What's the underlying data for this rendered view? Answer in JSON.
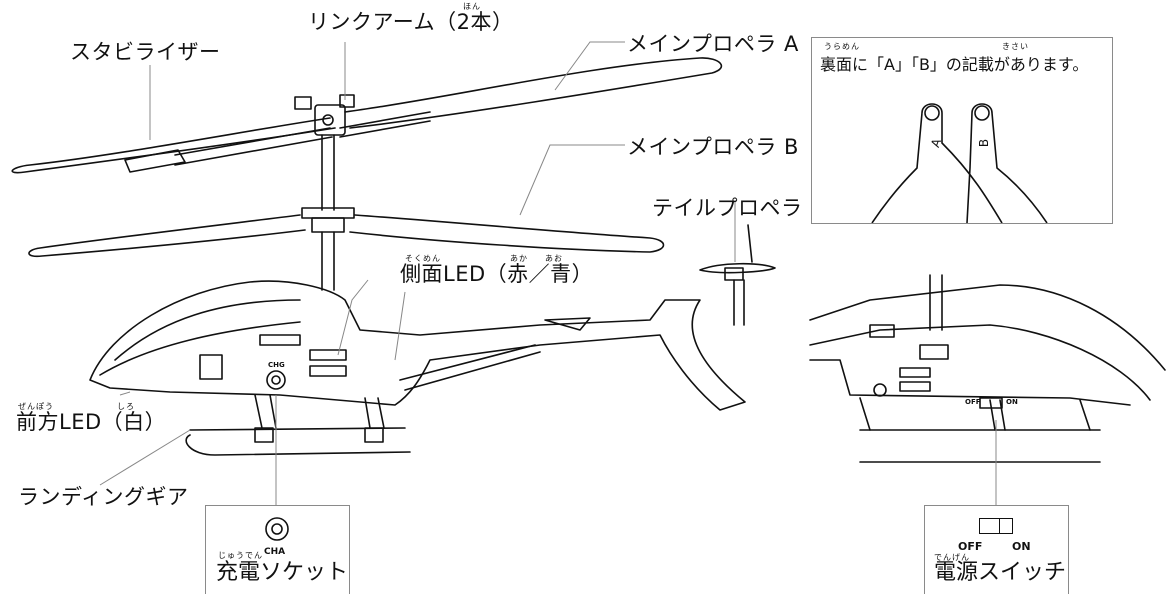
{
  "labels": {
    "stabilizer": "スタビライザー",
    "link_arm": "リンクアーム（2本）",
    "link_arm_ruby": "ほん",
    "main_prop_a": "メインプロペラ A",
    "main_prop_b": "メインプロペラ B",
    "tail_prop": "テイルプロペラ",
    "side_led": "側面LED（赤／青）",
    "side_led_ruby": [
      "そくめん",
      "あか",
      "あお"
    ],
    "front_led": "前方LED（白）",
    "front_led_ruby": [
      "ぜんぽう",
      "しろ"
    ],
    "landing_gear": "ランディングギア"
  },
  "note_box": {
    "text": "裏面に「A」「B」の記載があります。",
    "ruby": [
      "うらめん",
      "きさい"
    ],
    "blade_marks": [
      "A",
      "B"
    ]
  },
  "charge_box": {
    "socket_code": "CHA",
    "label": "充電ソケット",
    "ruby": "じゅうでん",
    "body_mark": "CHG"
  },
  "power_box": {
    "off": "OFF",
    "on": "ON",
    "label": "電源スイッチ",
    "ruby": "でんげん"
  }
}
